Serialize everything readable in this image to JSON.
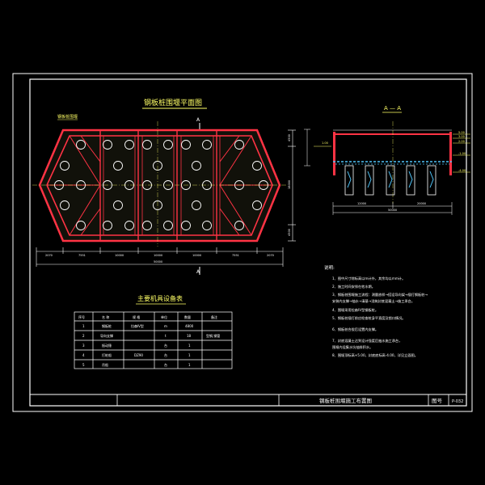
{
  "plan": {
    "title": "钢板桩围堰平面图",
    "label_tl": "钢板桩围堰",
    "section_mark": "A"
  },
  "dims": {
    "bottom_row1": [
      "2070",
      "7551",
      "10000",
      "10000",
      "10000",
      "7551",
      "2070"
    ],
    "bottom_row2": "50000",
    "right_vertical": [
      "4500",
      "18000",
      "4500"
    ]
  },
  "section": {
    "title": "A — A",
    "elev_left": "1.00",
    "elev_right": [
      "5.00",
      "3.00",
      "2.00",
      "-1.00",
      "-4.00"
    ],
    "dims_bottom": [
      "12000",
      "20000"
    ],
    "dims_total": "50000"
  },
  "table": {
    "title": "主要机具设备表",
    "headers": [
      "序号",
      "名 称",
      "规 格",
      "单位",
      "数量",
      "备注"
    ],
    "rows": [
      [
        "1",
        "钢板桩",
        "拉森IV型",
        "m",
        "4800",
        ""
      ],
      [
        "2",
        "导向支撑",
        "",
        "t",
        "18",
        "型钢,钢管"
      ],
      [
        "3",
        "振动锤",
        "",
        "台",
        "1",
        ""
      ],
      [
        "4",
        "打桩船",
        "DZ90",
        "台",
        "1",
        ""
      ],
      [
        "5",
        "吊船",
        "",
        "台",
        "1",
        ""
      ]
    ]
  },
  "notes": {
    "title": "说明:",
    "items": [
      "1、图中尺寸除标高以m计外，其余均以mm计。",
      "2、施工时间安排在枯水期。",
      "3、钢板桩围堰施工流程：测量放样→搭设导向架→插打钢板桩→",
      "   安装内支撑→抽水→清基→浇筑封底混凝土→施工承台。",
      "4、围堰采用拉森IV型钢板桩。",
      "5、钢板桩插打前应检查桩身平直度及锁口情况。",
      "6、钢板桩合拢后设置内支撑。",
      "7、封底混凝土达到设计强度后抽水施工承台，",
      "   围堰内设集水坑抽排积水。",
      "8、围堰顶标高+5.00，封底底标高-4.00，详见立面图。"
    ]
  },
  "titleblock": {
    "drawing_title": "钢板桩围堰施工布置图",
    "fig_no_label": "图号",
    "fig_no": "P-032"
  }
}
